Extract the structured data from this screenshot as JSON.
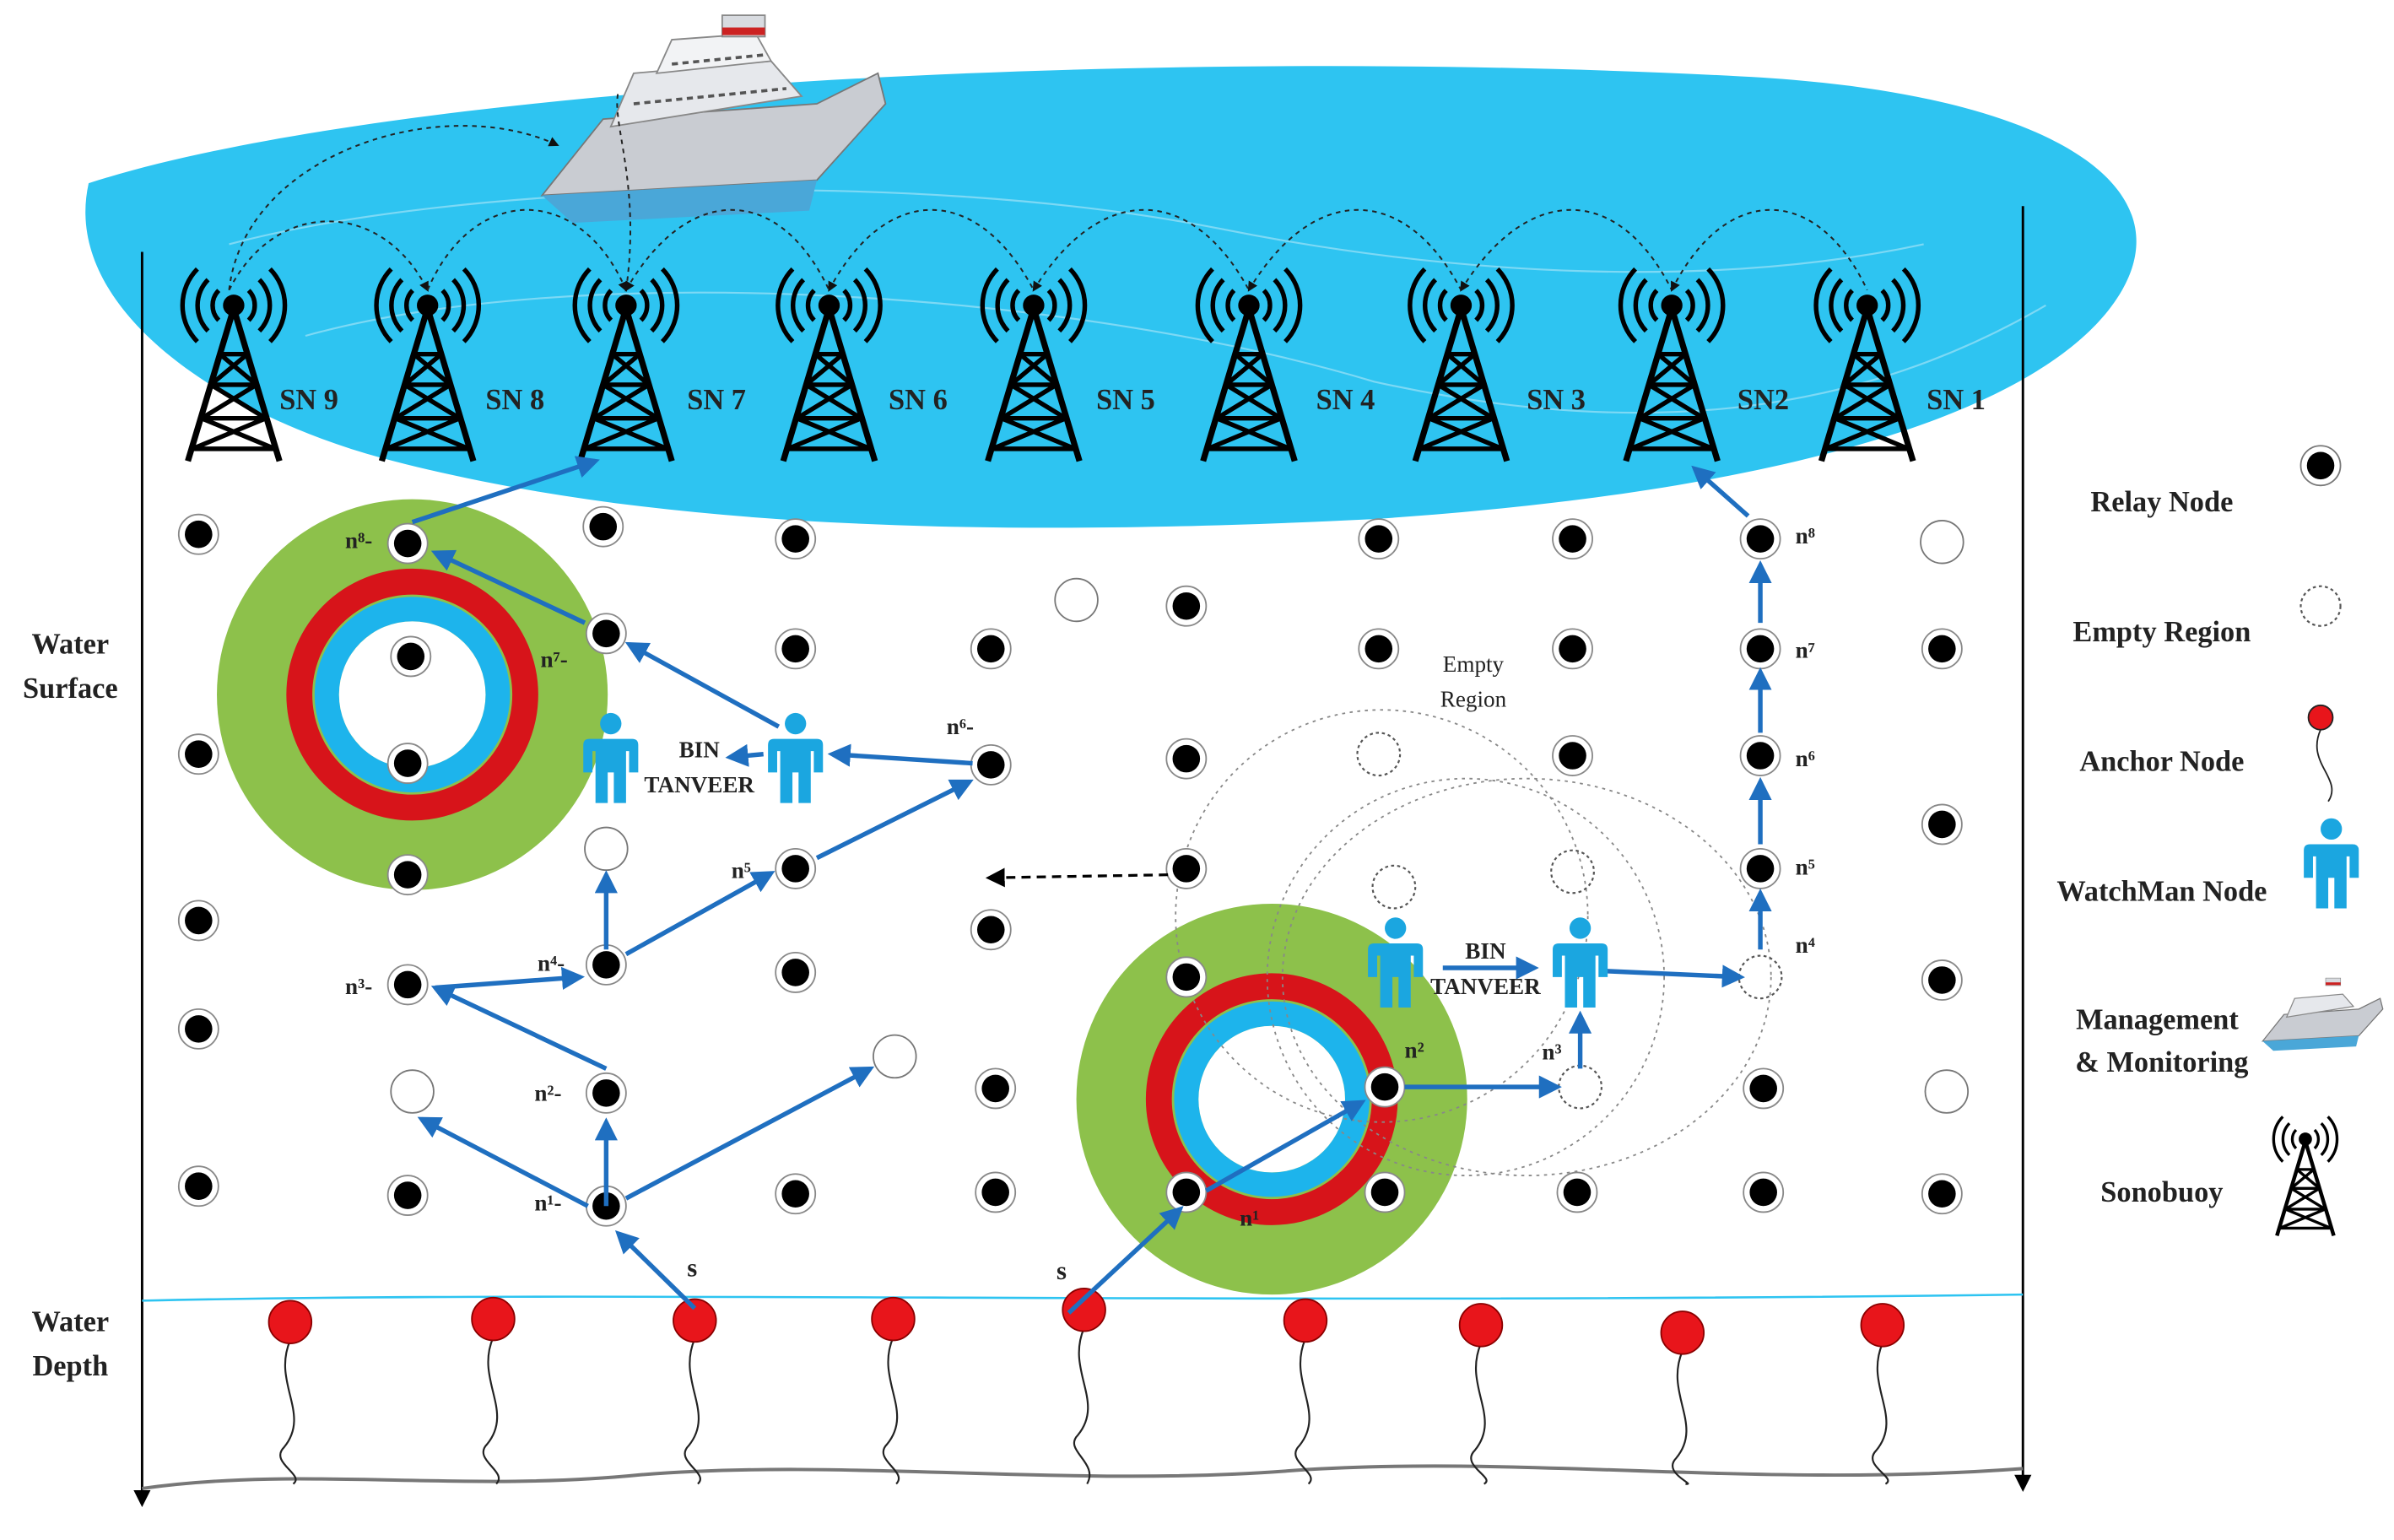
{
  "axis": {
    "surface_label": [
      "Water",
      "Surface"
    ],
    "depth_label": [
      "Water",
      "Depth"
    ]
  },
  "sonobuoys": [
    "SN 9",
    "SN 8",
    "SN 7",
    "SN 6",
    "SN 5",
    "SN 4",
    "SN 3",
    "SN2",
    "SN 1"
  ],
  "legend": {
    "relay": "Relay Node",
    "empty": "Empty Region",
    "anchor": "Anchor Node",
    "watchman": "WatchMan Node",
    "management": [
      "Management",
      "& Monitoring"
    ],
    "sonobuoy": "Sonobuoy"
  },
  "annotations": {
    "empty_region": [
      "Empty",
      "Region"
    ],
    "watchman_left": [
      "BIN",
      "TANVEER"
    ],
    "watchman_right": [
      "BIN",
      "TANVEER"
    ],
    "source_left": "s",
    "source_right": "s"
  },
  "left_path_labels": [
    "n¹-",
    "n²-",
    "n³-",
    "n⁴-",
    "n⁵",
    "n⁶-",
    "n⁷-",
    "n⁸-"
  ],
  "right_column_labels": [
    "n⁴",
    "n⁵",
    "n⁶",
    "n⁷",
    "n⁸"
  ],
  "middle_path_labels": [
    "n¹",
    "n²",
    "n³"
  ],
  "colors": {
    "water": "#2ec4f1",
    "arrow": "#1f6fc0",
    "green_zone": "#8dc14b",
    "red_ring": "#d7141a",
    "blue_ring": "#1db4ec",
    "anchor": "#e8151b",
    "watchman": "#1ba6e0"
  }
}
